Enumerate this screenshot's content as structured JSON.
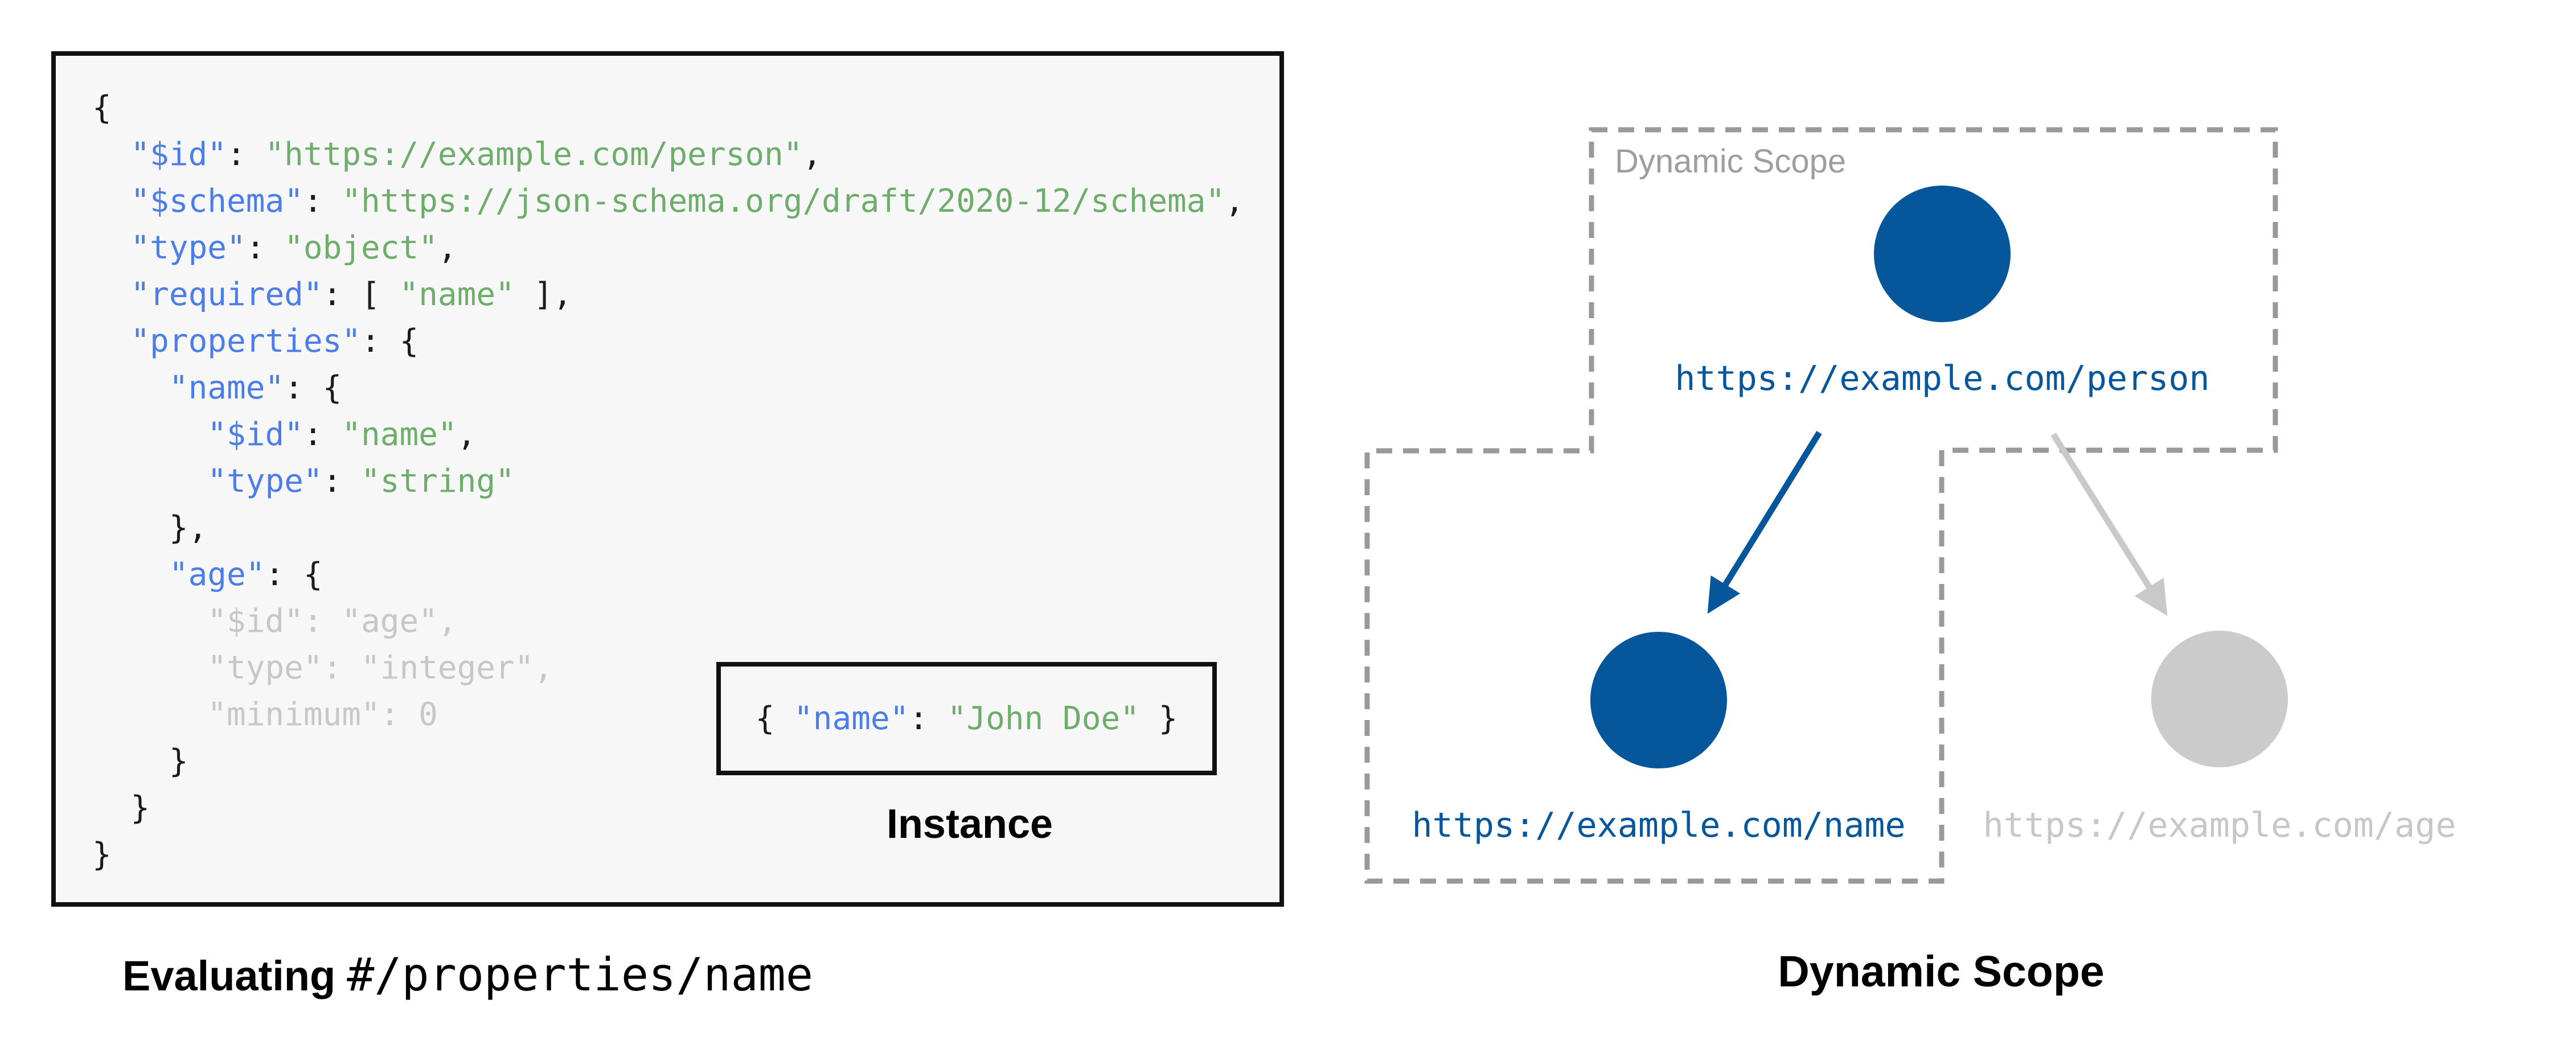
{
  "colors": {
    "panel_bg": "#f7f7f7",
    "panel_border": "#111111",
    "code_key_blue": "#4c7ee6",
    "code_string_green": "#6fad6d",
    "code_punct_black": "#1b1b1b",
    "code_muted_gray": "#c7c7c9",
    "node_blue": "#05569b",
    "node_gray": "#cbcbcb",
    "scope_border_gray": "#999999",
    "arrow_gray": "#c9c9c9"
  },
  "left_panel": {
    "code_lines": [
      [
        {
          "c": "p",
          "t": "{"
        }
      ],
      [
        {
          "c": "p",
          "t": "  "
        },
        {
          "c": "k",
          "t": "\"$id\""
        },
        {
          "c": "p",
          "t": ": "
        },
        {
          "c": "s",
          "t": "\"https://example.com/person\""
        },
        {
          "c": "p",
          "t": ","
        }
      ],
      [
        {
          "c": "p",
          "t": "  "
        },
        {
          "c": "k",
          "t": "\"$schema\""
        },
        {
          "c": "p",
          "t": ": "
        },
        {
          "c": "s",
          "t": "\"https://json-schema.org/draft/2020-12/schema\""
        },
        {
          "c": "p",
          "t": ","
        }
      ],
      [
        {
          "c": "p",
          "t": "  "
        },
        {
          "c": "k",
          "t": "\"type\""
        },
        {
          "c": "p",
          "t": ": "
        },
        {
          "c": "s",
          "t": "\"object\""
        },
        {
          "c": "p",
          "t": ","
        }
      ],
      [
        {
          "c": "p",
          "t": "  "
        },
        {
          "c": "k",
          "t": "\"required\""
        },
        {
          "c": "p",
          "t": ": [ "
        },
        {
          "c": "s",
          "t": "\"name\""
        },
        {
          "c": "p",
          "t": " ],"
        }
      ],
      [
        {
          "c": "p",
          "t": "  "
        },
        {
          "c": "k",
          "t": "\"properties\""
        },
        {
          "c": "p",
          "t": ": {"
        }
      ],
      [
        {
          "c": "p",
          "t": "    "
        },
        {
          "c": "k",
          "t": "\"name\""
        },
        {
          "c": "p",
          "t": ": {"
        }
      ],
      [
        {
          "c": "p",
          "t": "      "
        },
        {
          "c": "k",
          "t": "\"$id\""
        },
        {
          "c": "p",
          "t": ": "
        },
        {
          "c": "s",
          "t": "\"name\""
        },
        {
          "c": "p",
          "t": ","
        }
      ],
      [
        {
          "c": "p",
          "t": "      "
        },
        {
          "c": "k",
          "t": "\"type\""
        },
        {
          "c": "p",
          "t": ": "
        },
        {
          "c": "s",
          "t": "\"string\""
        }
      ],
      [
        {
          "c": "p",
          "t": "    },"
        }
      ],
      [
        {
          "c": "p",
          "t": "    "
        },
        {
          "c": "k",
          "t": "\"age\""
        },
        {
          "c": "p",
          "t": ": {"
        }
      ],
      [
        {
          "c": "m",
          "t": "      \"$id\": \"age\","
        }
      ],
      [
        {
          "c": "m",
          "t": "      \"type\": \"integer\","
        }
      ],
      [
        {
          "c": "m",
          "t": "      \"minimum\": 0"
        }
      ],
      [
        {
          "c": "p",
          "t": "    }"
        }
      ],
      [
        {
          "c": "p",
          "t": "  }"
        }
      ],
      [
        {
          "c": "p",
          "t": "}"
        }
      ]
    ],
    "instance_code": [
      {
        "c": "p",
        "t": "{ "
      },
      {
        "c": "k",
        "t": "\"name\""
      },
      {
        "c": "p",
        "t": ": "
      },
      {
        "c": "s",
        "t": "\"John Doe\""
      },
      {
        "c": "p",
        "t": " }"
      }
    ],
    "instance_label": "Instance",
    "caption_bold": "Evaluating",
    "caption_mono": "#/properties/name"
  },
  "diagram": {
    "scope_box_label": "Dynamic Scope",
    "caption": "Dynamic Scope",
    "nodes": [
      {
        "id": "person",
        "url": "https://example.com/person",
        "state": "active"
      },
      {
        "id": "name",
        "url": "https://example.com/name",
        "state": "active"
      },
      {
        "id": "age",
        "url": "https://example.com/age",
        "state": "inactive"
      }
    ],
    "edges": [
      {
        "from": "person",
        "to": "name",
        "state": "active"
      },
      {
        "from": "person",
        "to": "age",
        "state": "inactive"
      }
    ]
  }
}
